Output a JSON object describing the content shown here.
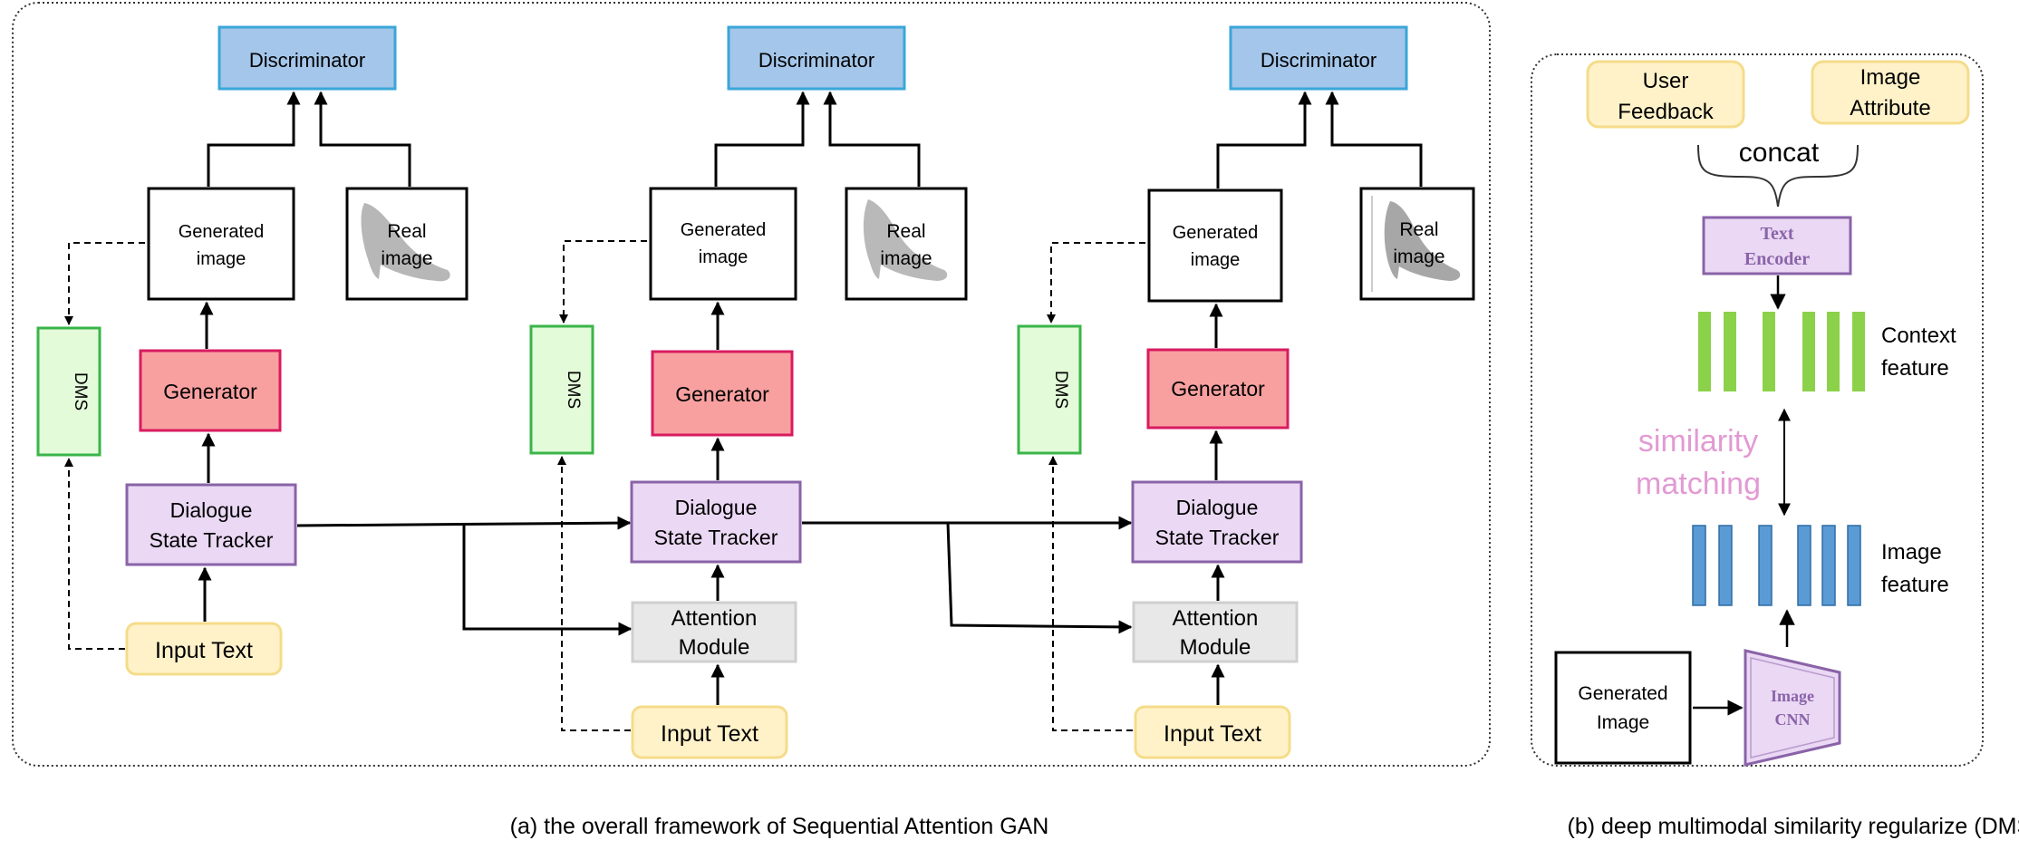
{
  "panel_a": {
    "caption": "(a) the overall framework of Sequential Attention GAN",
    "stages": [
      {
        "discriminator": "Discriminator",
        "generated": [
          "Generated",
          "image"
        ],
        "real": [
          "Real",
          "image"
        ],
        "dms": "DMS",
        "generator": "Generator",
        "tracker": [
          "Dialogue",
          "State Tracker"
        ],
        "input": "Input Text"
      },
      {
        "discriminator": "Discriminator",
        "generated": [
          "Generated",
          "image"
        ],
        "real": [
          "Real",
          "image"
        ],
        "dms": "DMS",
        "generator": "Generator",
        "tracker": [
          "Dialogue",
          "State Tracker"
        ],
        "attention": [
          "Attention",
          "Module"
        ],
        "input": "Input Text"
      },
      {
        "discriminator": "Discriminator",
        "generated": [
          "Generated",
          "image"
        ],
        "real": [
          "Real",
          "image"
        ],
        "dms": "DMS",
        "generator": "Generator",
        "tracker": [
          "Dialogue",
          "State Tracker"
        ],
        "attention": [
          "Attention",
          "Module"
        ],
        "input": "Input Text"
      }
    ]
  },
  "panel_b": {
    "caption": "(b) deep multimodal similarity regularize (DMS)",
    "user_feedback": [
      "User",
      "Feedback"
    ],
    "image_attribute": [
      "Image",
      "Attribute"
    ],
    "concat": "concat",
    "text_encoder": [
      "Text",
      "Encoder"
    ],
    "context_feature": [
      "Context",
      "feature"
    ],
    "similarity": [
      "similarity",
      "matching"
    ],
    "image_feature": [
      "Image",
      "feature"
    ],
    "generated_image": [
      "Generated",
      "Image"
    ],
    "image_cnn": [
      "Image",
      "CNN"
    ]
  },
  "colors": {
    "discriminator_fill": "#a4c6ea",
    "discriminator_stroke": "#3aa6d8",
    "generator_fill": "#f8a0a0",
    "generator_stroke": "#d81b60",
    "dms_fill": "#e3fbd9",
    "dms_stroke": "#3ab54a",
    "tracker_fill": "#ead8f4",
    "tracker_stroke": "#8a63a8",
    "attention_fill": "#e8e8e8",
    "attention_stroke": "#cfcfcf",
    "input_fill": "#fff2c9",
    "input_stroke": "#f5dc8a",
    "context_bar": "#8cd14a",
    "image_bar": "#5b9bd5",
    "similarity_text": "#e29ad3",
    "encoder_text": "#8a63a8"
  }
}
